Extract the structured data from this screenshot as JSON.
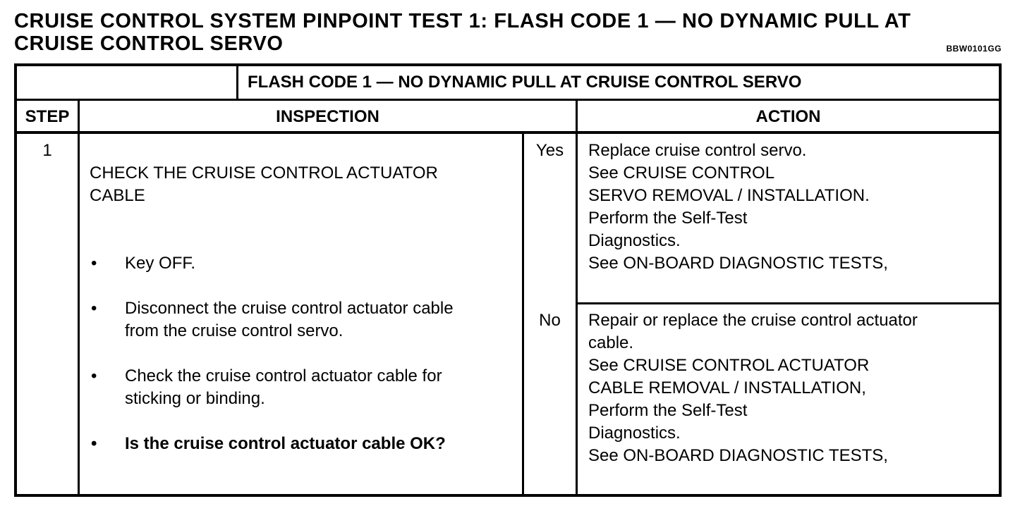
{
  "header": {
    "title": "CRUISE CONTROL SYSTEM PINPOINT TEST 1: FLASH CODE 1 — NO DYNAMIC PULL AT\nCRUISE CONTROL SERVO",
    "ref_code": "BBW0101GG"
  },
  "table": {
    "banner": "FLASH CODE 1 — NO DYNAMIC PULL AT CRUISE CONTROL SERVO",
    "col_step": "STEP",
    "col_inspection": "INSPECTION",
    "col_action": "ACTION",
    "step_number": "1",
    "inspection_heading": "CHECK THE CRUISE CONTROL ACTUATOR\nCABLE",
    "bullets": [
      "Key OFF.",
      "Disconnect the cruise control actuator cable\nfrom the cruise control servo.",
      "Check the cruise control actuator cable for\nsticking or binding.",
      "Is the cruise control actuator cable OK?"
    ],
    "yes_label": "Yes",
    "yes_action": "Replace cruise control servo.\nSee CRUISE  CONTROL\nSERVO REMOVAL / INSTALLATION.\nPerform the Self-Test\nDiagnostics.\nSee ON-BOARD DIAGNOSTIC TESTS,",
    "no_label": "No",
    "no_action": "Repair or replace the cruise control actuator\ncable.\nSee CRUISE CONTROL ACTUATOR\nCABLE REMOVAL / INSTALLATION,\nPerform the Self-Test\nDiagnostics.\nSee ON-BOARD DIAGNOSTIC TESTS,"
  }
}
